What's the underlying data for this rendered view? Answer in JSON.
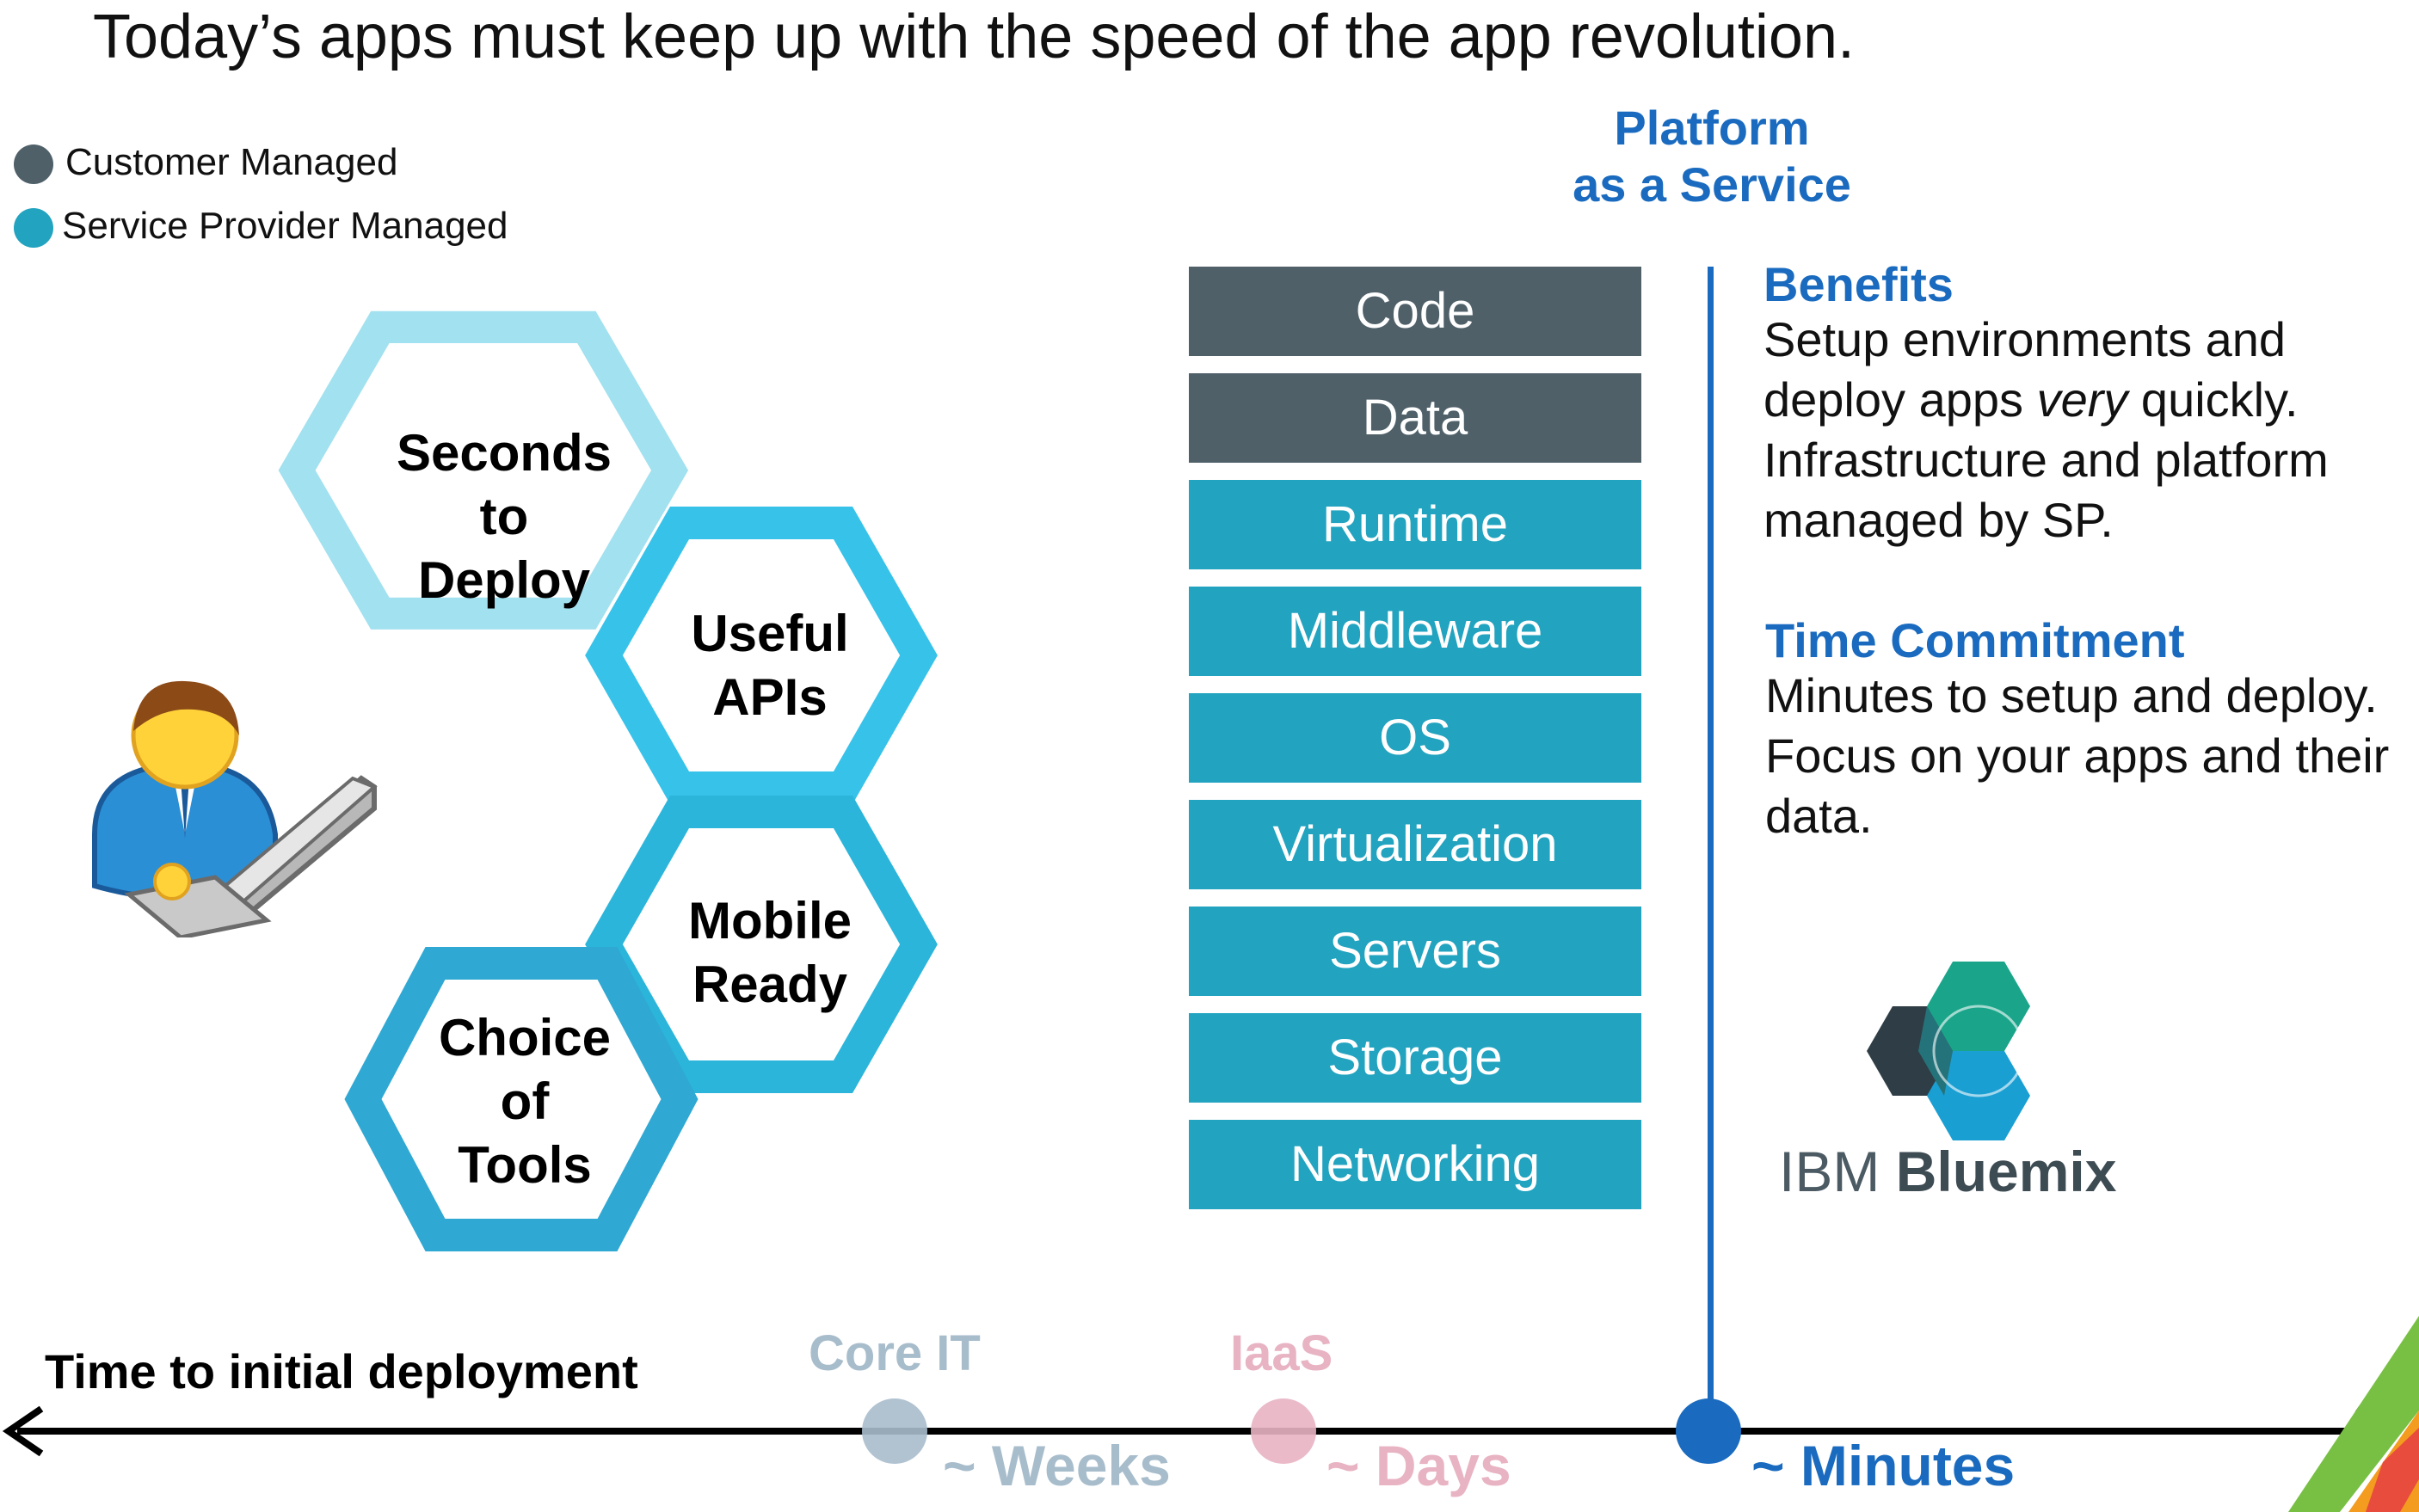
{
  "title": "Today’s apps must keep up with the speed of the app revolution.",
  "legend": {
    "customer": {
      "label": "Customer Managed",
      "color": "#4f6069"
    },
    "provider": {
      "label": "Service Provider Managed",
      "color": "#22a3bf"
    }
  },
  "hexagons": {
    "seconds_to_deploy": [
      "Seconds",
      "to",
      "Deploy"
    ],
    "useful_apis": [
      "Useful",
      "APIs"
    ],
    "mobile_ready": [
      "Mobile",
      "Ready"
    ],
    "choice_of_tools": [
      "Choice",
      "of",
      "Tools"
    ]
  },
  "paas": {
    "title_line1": "Platform",
    "title_line2": "as a Service"
  },
  "stack": [
    {
      "label": "Code",
      "managed": "customer"
    },
    {
      "label": "Data",
      "managed": "customer"
    },
    {
      "label": "Runtime",
      "managed": "provider"
    },
    {
      "label": "Middleware",
      "managed": "provider"
    },
    {
      "label": "OS",
      "managed": "provider"
    },
    {
      "label": "Virtualization",
      "managed": "provider"
    },
    {
      "label": "Servers",
      "managed": "provider"
    },
    {
      "label": "Storage",
      "managed": "provider"
    },
    {
      "label": "Networking",
      "managed": "provider"
    }
  ],
  "benefits": {
    "heading": "Benefits",
    "line1": "Setup environments and",
    "line2_a": "deploy apps ",
    "line2_em": "very",
    "line2_b": " quickly.",
    "line3": "Infrastructure and platform",
    "line4": "managed by SP."
  },
  "time_commitment": {
    "heading": "Time Commitment",
    "line1": "Minutes to setup and deploy.",
    "line2": "Focus on your apps and their",
    "line3": "data."
  },
  "logo": {
    "text_light": "IBM ",
    "text_bold": "Bluemix"
  },
  "timeline": {
    "label": "Time to initial deployment",
    "markers": [
      {
        "category": "Core IT",
        "speed": "~ Weeks",
        "color": "#a8bdcc"
      },
      {
        "category": "IaaS",
        "speed": "~ Days",
        "color": "#e8b3c3"
      },
      {
        "category": "",
        "speed": "~ Minutes",
        "color": "#1a6bbf"
      }
    ]
  }
}
